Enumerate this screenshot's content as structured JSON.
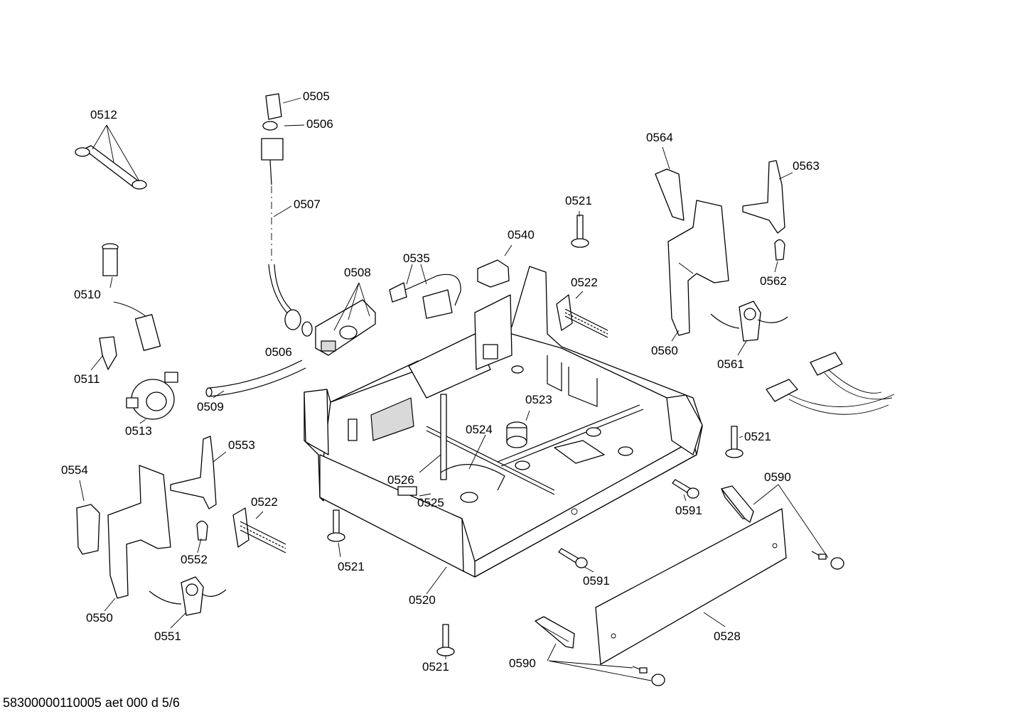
{
  "diagram": {
    "footer_reference": "58300000110005 aet 000 d 5/6",
    "callouts": {
      "c0505": "0505",
      "c0506a": "0506",
      "c0506b": "0506",
      "c0507": "0507",
      "c0508": "0508",
      "c0509": "0509",
      "c0510": "0510",
      "c0511": "0511",
      "c0512": "0512",
      "c0513": "0513",
      "c0520": "0520",
      "c0521a": "0521",
      "c0521b": "0521",
      "c0521c": "0521",
      "c0521d": "0521",
      "c0522a": "0522",
      "c0522b": "0522",
      "c0523": "0523",
      "c0524": "0524",
      "c0525": "0525",
      "c0526": "0526",
      "c0528": "0528",
      "c0535": "0535",
      "c0540": "0540",
      "c0550": "0550",
      "c0551": "0551",
      "c0552": "0552",
      "c0553": "0553",
      "c0554": "0554",
      "c0560": "0560",
      "c0561": "0561",
      "c0562": "0562",
      "c0563": "0563",
      "c0564": "0564",
      "c0590a": "0590",
      "c0590b": "0590",
      "c0591a": "0591",
      "c0591b": "0591"
    }
  }
}
